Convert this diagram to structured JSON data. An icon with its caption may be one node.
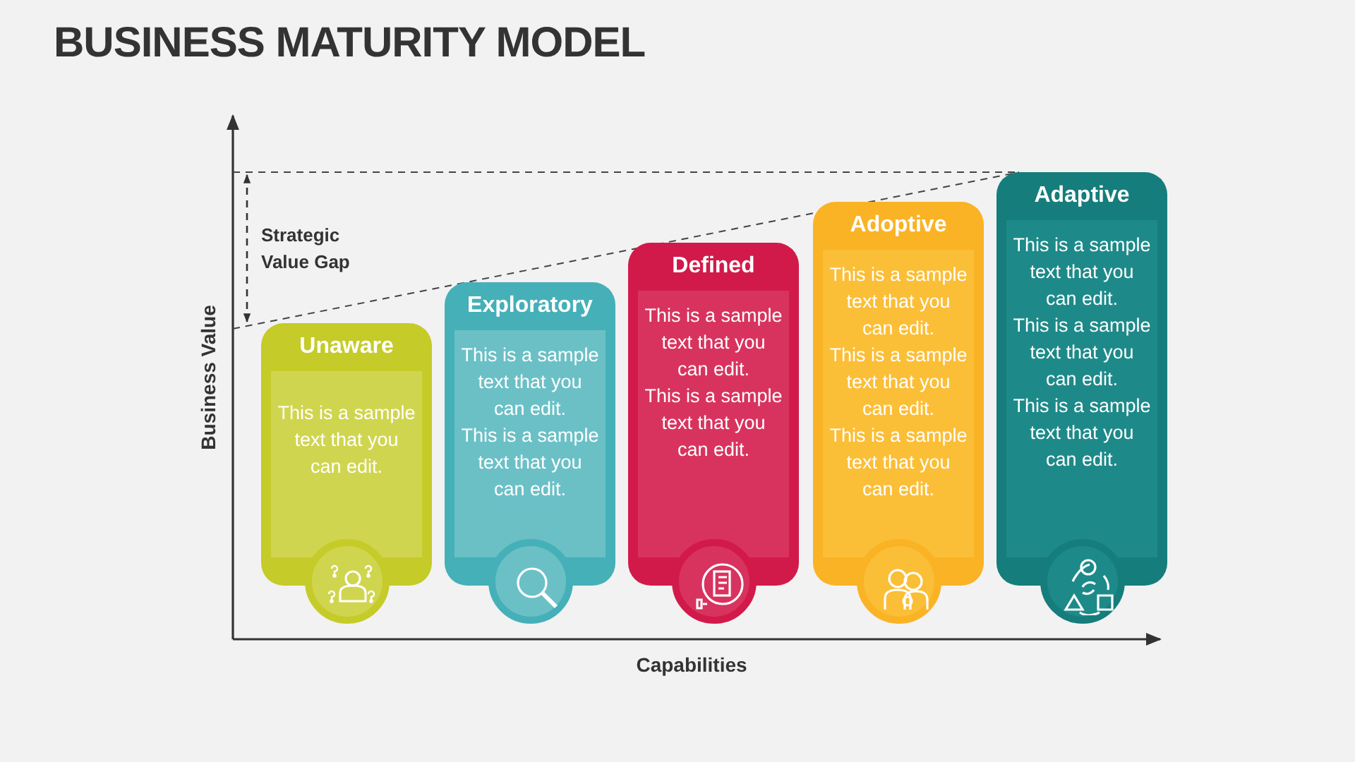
{
  "diagram": {
    "title": "BUSINESS MATURITY MODEL",
    "nodes": [
      {
        "text": [
          "Unaware",
          "This is a sample text that you can edit."
        ]
      },
      {
        "text": [
          "Exploratory",
          "This is a sample text that you can edit.",
          "This is a sample text that you can edit."
        ]
      },
      {
        "text": [
          "Defined",
          "This is a sample text that you can edit.",
          "This is a sample text that you can edit."
        ]
      },
      {
        "text": [
          "Adoptive",
          "This is a sample text that you can edit.",
          "This is a sample text that you can edit.",
          "This is a sample text that you can edit."
        ]
      },
      {
        "text": [
          "Adaptive",
          "This is a sample text that you can edit.",
          "This is a sample text that you can edit.",
          "This is a sample text that you can edit."
        ]
      }
    ],
    "labels": [
      "Strategic Value Gap",
      "Business Value",
      "Capabilities"
    ]
  }
}
